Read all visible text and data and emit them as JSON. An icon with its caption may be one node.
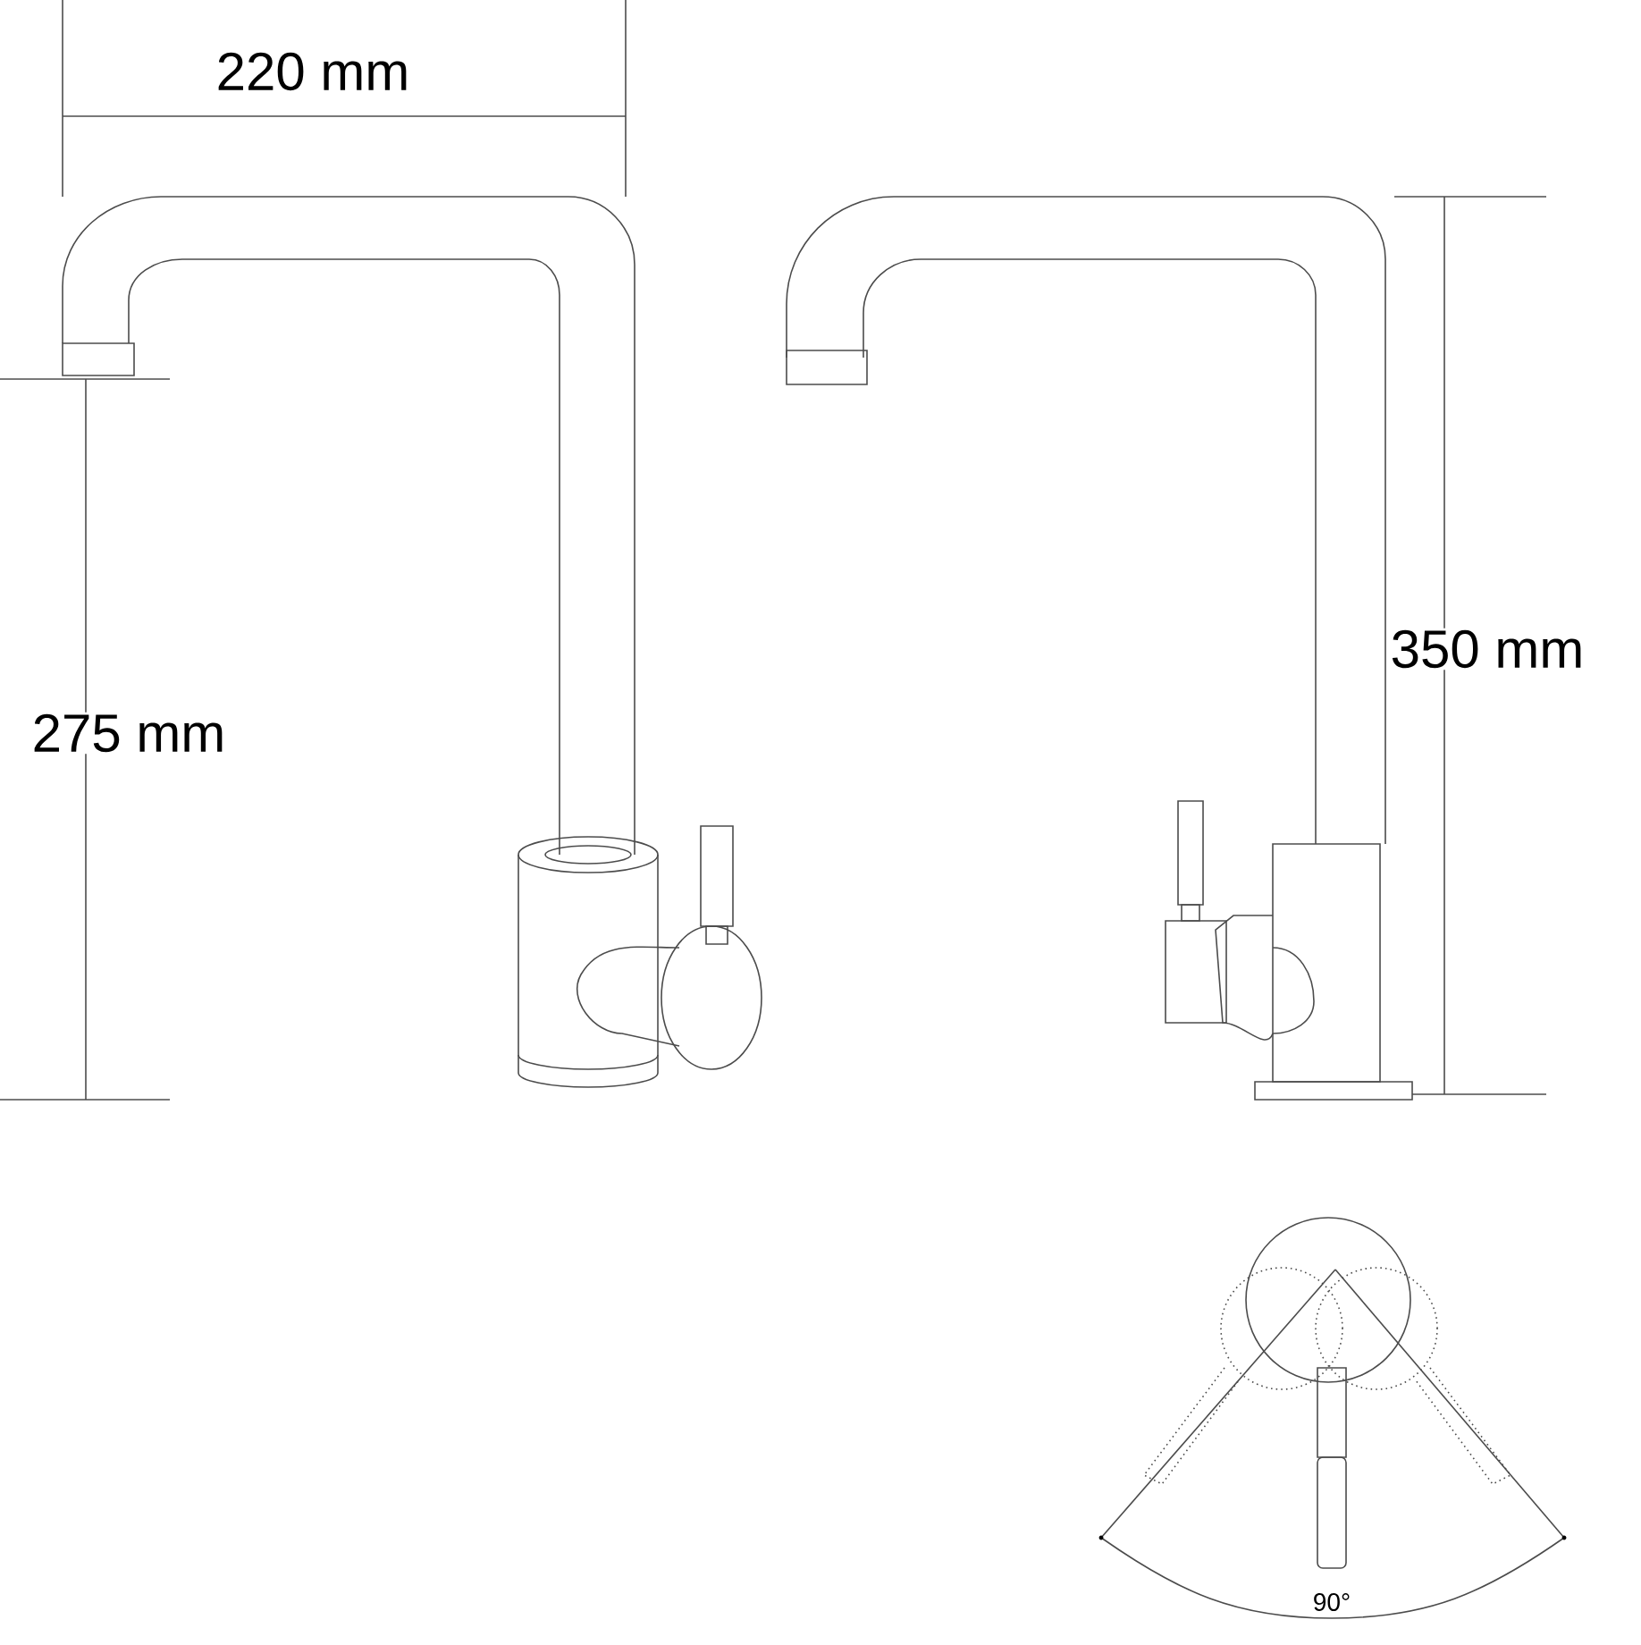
{
  "diagram": {
    "labels": [
      "220 mm",
      "275 mm",
      "350 mm",
      "90°"
    ]
  }
}
